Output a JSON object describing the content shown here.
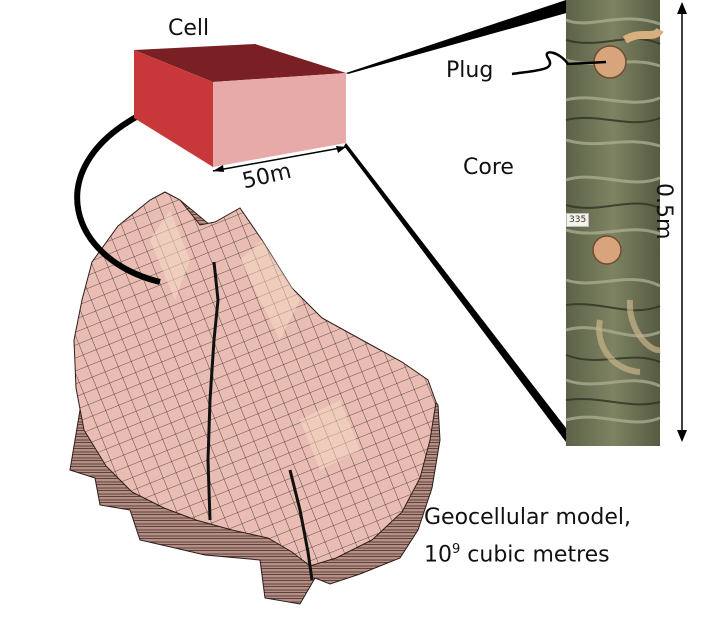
{
  "labels": {
    "cell": "Cell",
    "plug": "Plug",
    "core": "Core",
    "cell_size": "50m",
    "core_length": "0.5m",
    "model_line1": "Geocellular model,",
    "model_base": "10",
    "model_exp": "9",
    "model_unit": " cubic metres",
    "core_sample_tag": "335"
  },
  "colors": {
    "cell_front": "#e8aaa8",
    "cell_side": "#c8383a",
    "cell_top": "#7a2024",
    "model_fill": "#e7b8ad",
    "model_side": "#c79486",
    "core_base": "#6b6f52"
  }
}
